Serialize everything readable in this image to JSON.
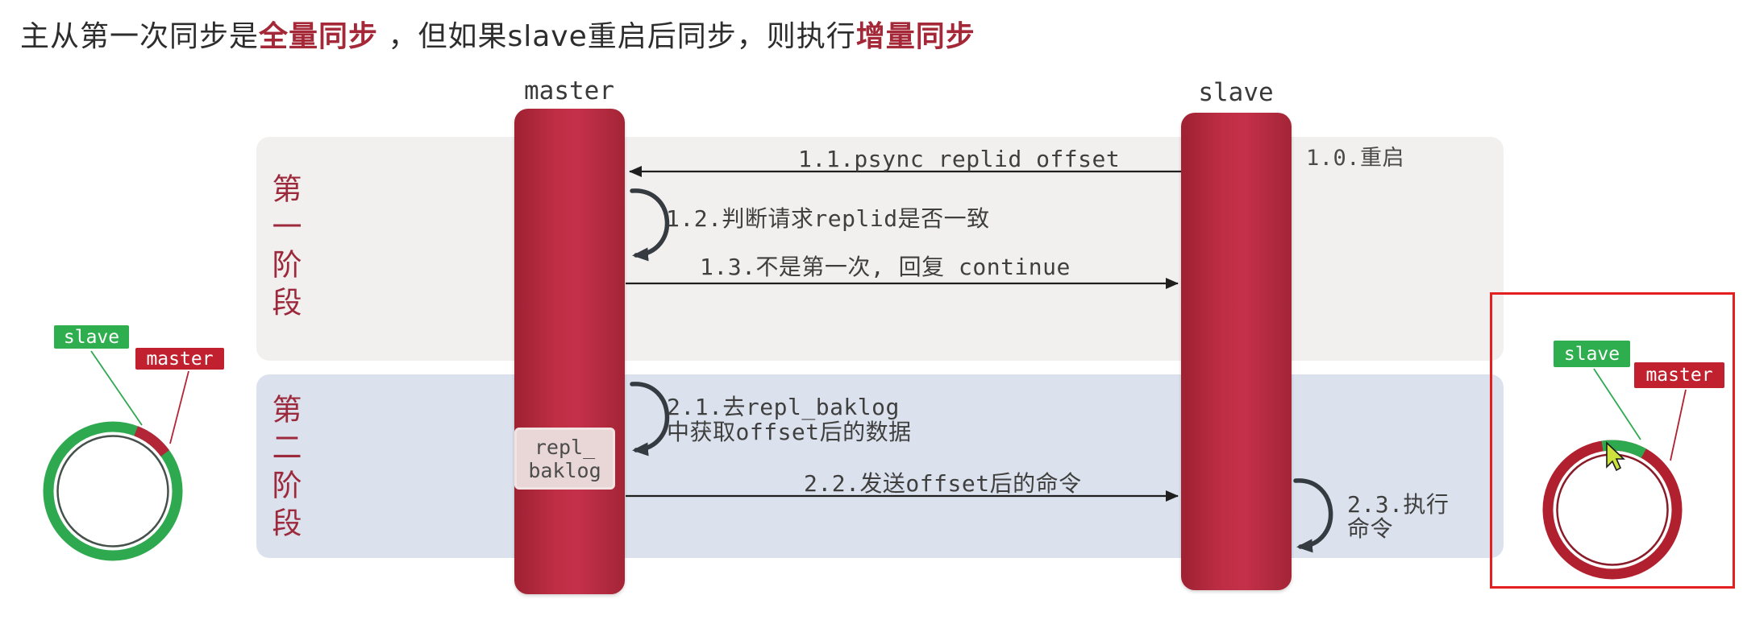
{
  "title": {
    "part1": "主从第一次同步是",
    "highlight1": "全量同步",
    "part2": " ，但如果slave重启后同步，则执行",
    "highlight2": "增量同步"
  },
  "diagram": {
    "master_label": "master",
    "slave_label": "slave",
    "phase1_label": "第一阶段",
    "phase2_label": "第二阶段",
    "repl_baklog": {
      "line1": "repl_",
      "line2": "baklog"
    },
    "messages": {
      "m10": "1.0.重启",
      "m11": "1.1.psync replid offset",
      "m12": "1.2.判断请求replid是否一致",
      "m13": "1.3.不是第一次, 回复 continue",
      "m21_line1": "2.1.去repl_baklog",
      "m21_line2": "中获取offset后的数据",
      "m22": "2.2.发送offset后的命令",
      "m23_line1": "2.3.执行",
      "m23_line2": "命令"
    }
  },
  "left_ring": {
    "slave_label": "slave",
    "master_label": "master"
  },
  "right_ring": {
    "slave_label": "slave",
    "master_label": "master"
  },
  "colors": {
    "title_text": "#2d2d2d",
    "title_highlight_red": "#a42837",
    "lifeline_crimson": "#bf2e44",
    "phase1_band_bg": "#f1f0ef",
    "phase2_band_bg": "#dbe2ed",
    "phase_label_red": "#9c2a3c",
    "ring_green": "#2fa94f",
    "ring_red": "#b1202f",
    "badge_green": "#2eae4e",
    "badge_red": "#c1202e",
    "repl_box_bg": "#e9d7d7",
    "arrow_dark": "#1f1f1f",
    "loop_dark": "#353b41",
    "selection_rect_red": "#e31f1f"
  }
}
